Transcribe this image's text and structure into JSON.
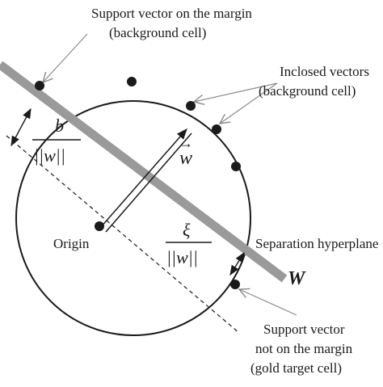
{
  "labels": {
    "support_margin_line1": "Support vector on the margin",
    "support_margin_line2": "(background cell)",
    "inclosed_line1": "Inclosed vectors",
    "inclosed_line2": "(background cell)",
    "origin": "Origin",
    "separation": "Separation hyperplane",
    "W": "W",
    "support_not_line1": "Support vector",
    "support_not_line2": "not on the margin",
    "support_not_line3": "(gold target cell)"
  },
  "math": {
    "b_numerator": "b",
    "b_denominator": "||w||",
    "xi_numerator": "ξ",
    "xi_denominator": "||w||",
    "w_vector": "w",
    "w_arrow": "→"
  },
  "colors": {
    "ink": "#1a1a1a",
    "hyperplane": "#9a9a9a",
    "pointer": "#8c8c8c"
  }
}
